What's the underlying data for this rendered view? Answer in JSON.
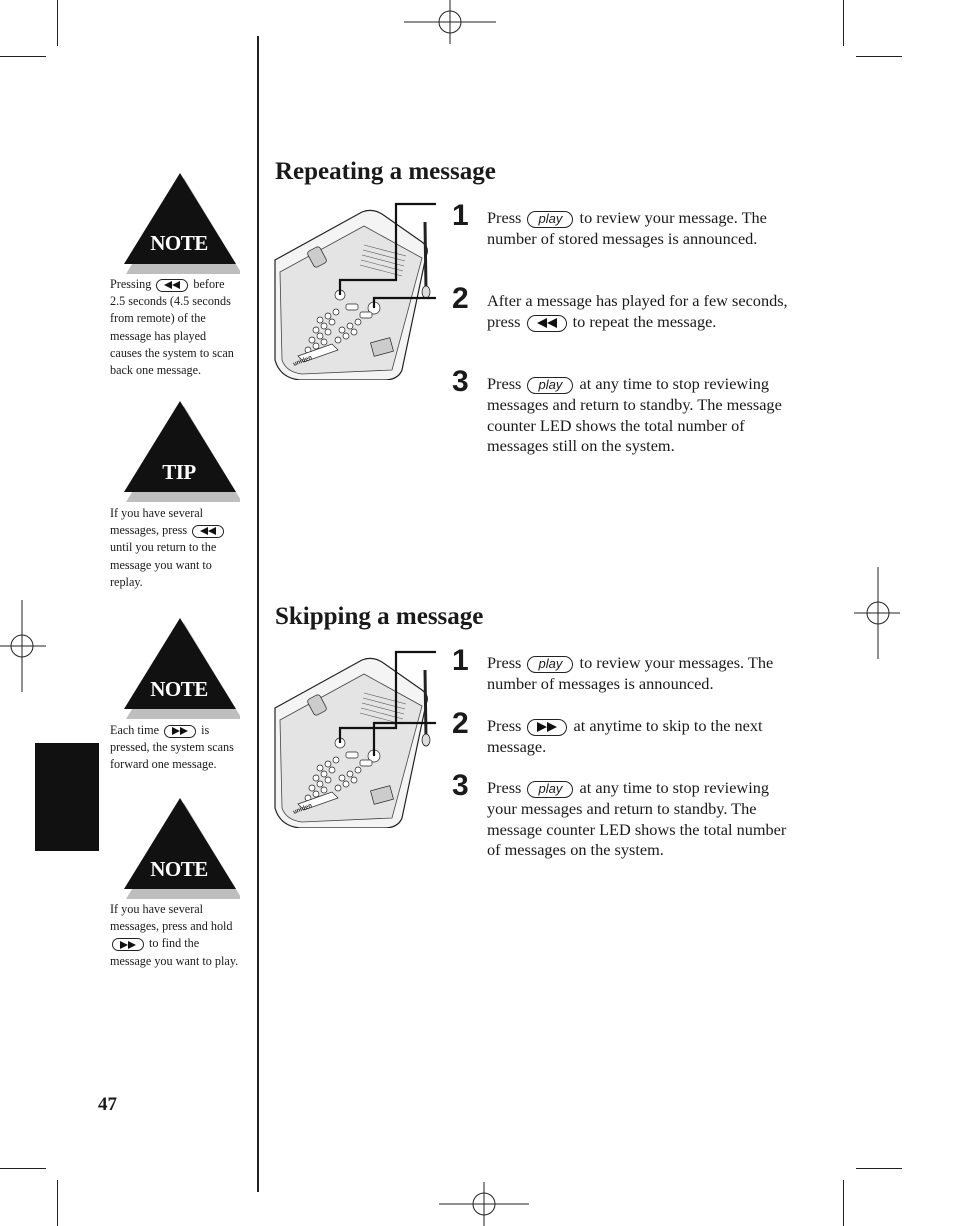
{
  "page_number": "47",
  "sidebar": {
    "callouts": [
      {
        "type": "note",
        "label": "NOTE",
        "text_before": "Pressing",
        "icon": "rewind-icon",
        "text_after": "before 2.5 seconds (4.5 seconds from remote) of the message has played causes the system to scan back one message."
      },
      {
        "type": "tip",
        "label": "TIP",
        "text_before": "If you have several messages, press",
        "icon": "rewind-icon",
        "text_after": "until you return to the message you want to replay."
      },
      {
        "type": "note",
        "label": "NOTE",
        "text_before": "Each time",
        "icon": "fast-forward-icon",
        "text_after": "is pressed, the system scans forward one message."
      },
      {
        "type": "note",
        "label": "NOTE",
        "text_before": "If you have several messages, press and hold",
        "icon": "fast-forward-icon",
        "text_after": "to find the message you want to play."
      }
    ]
  },
  "sections": [
    {
      "title": "Repeating a message",
      "steps": [
        {
          "num": "1",
          "before": "Press",
          "button": "play",
          "after": "to review your message. The number of stored messages is announced."
        },
        {
          "num": "2",
          "before": "After a message has played for a few seconds, press",
          "button": "rewind-icon",
          "after": "to repeat the message."
        },
        {
          "num": "3",
          "before": "Press",
          "button": "play",
          "after": "at any time to stop reviewing messages and return to standby. The message counter LED shows the total number of messages still on the system."
        }
      ]
    },
    {
      "title": "Skipping a message",
      "steps": [
        {
          "num": "1",
          "before": "Press",
          "button": "play",
          "after": "to review your messages. The number of messages is announced."
        },
        {
          "num": "2",
          "before": "Press",
          "button": "fast-forward-icon",
          "after": "at anytime to skip to the next message."
        },
        {
          "num": "3",
          "before": "Press",
          "button": "play",
          "after": "at any time to stop reviewing your messages and return to standby. The message counter LED shows the total number of messages on the system."
        }
      ]
    }
  ],
  "phone_brand": "uniden"
}
